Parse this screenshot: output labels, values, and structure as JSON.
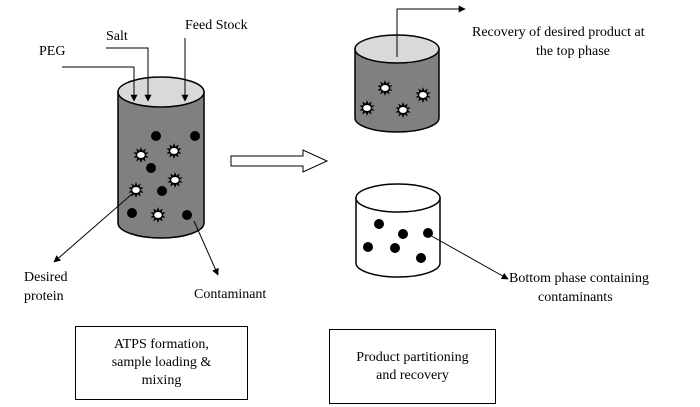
{
  "inputs": {
    "peg": "PEG",
    "salt": "Salt",
    "feed_stock": "Feed Stock"
  },
  "labels": {
    "desired_protein_line1": "Desired",
    "desired_protein_line2": "protein",
    "contaminant": "Contaminant",
    "recovery_line1": "Recovery of desired product at",
    "recovery_line2": "the top phase",
    "bottom_line1": "Bottom phase containing",
    "bottom_line2": "contaminants"
  },
  "stages": {
    "stage1_line1": "ATPS formation,",
    "stage1_line2": "sample loading &",
    "stage1_line3": "mixing",
    "stage2_line1": "Product partitioning",
    "stage2_line2": "and recovery"
  },
  "colors": {
    "cylinder_fill": "#808080",
    "cylinder_top": "#d9d9d9",
    "particle": "#000000",
    "line": "#000000"
  },
  "icons": {
    "desired_protein": "starburst-particle-icon",
    "contaminant": "filled-circle-particle-icon",
    "flow": "hollow-right-arrow-icon"
  }
}
